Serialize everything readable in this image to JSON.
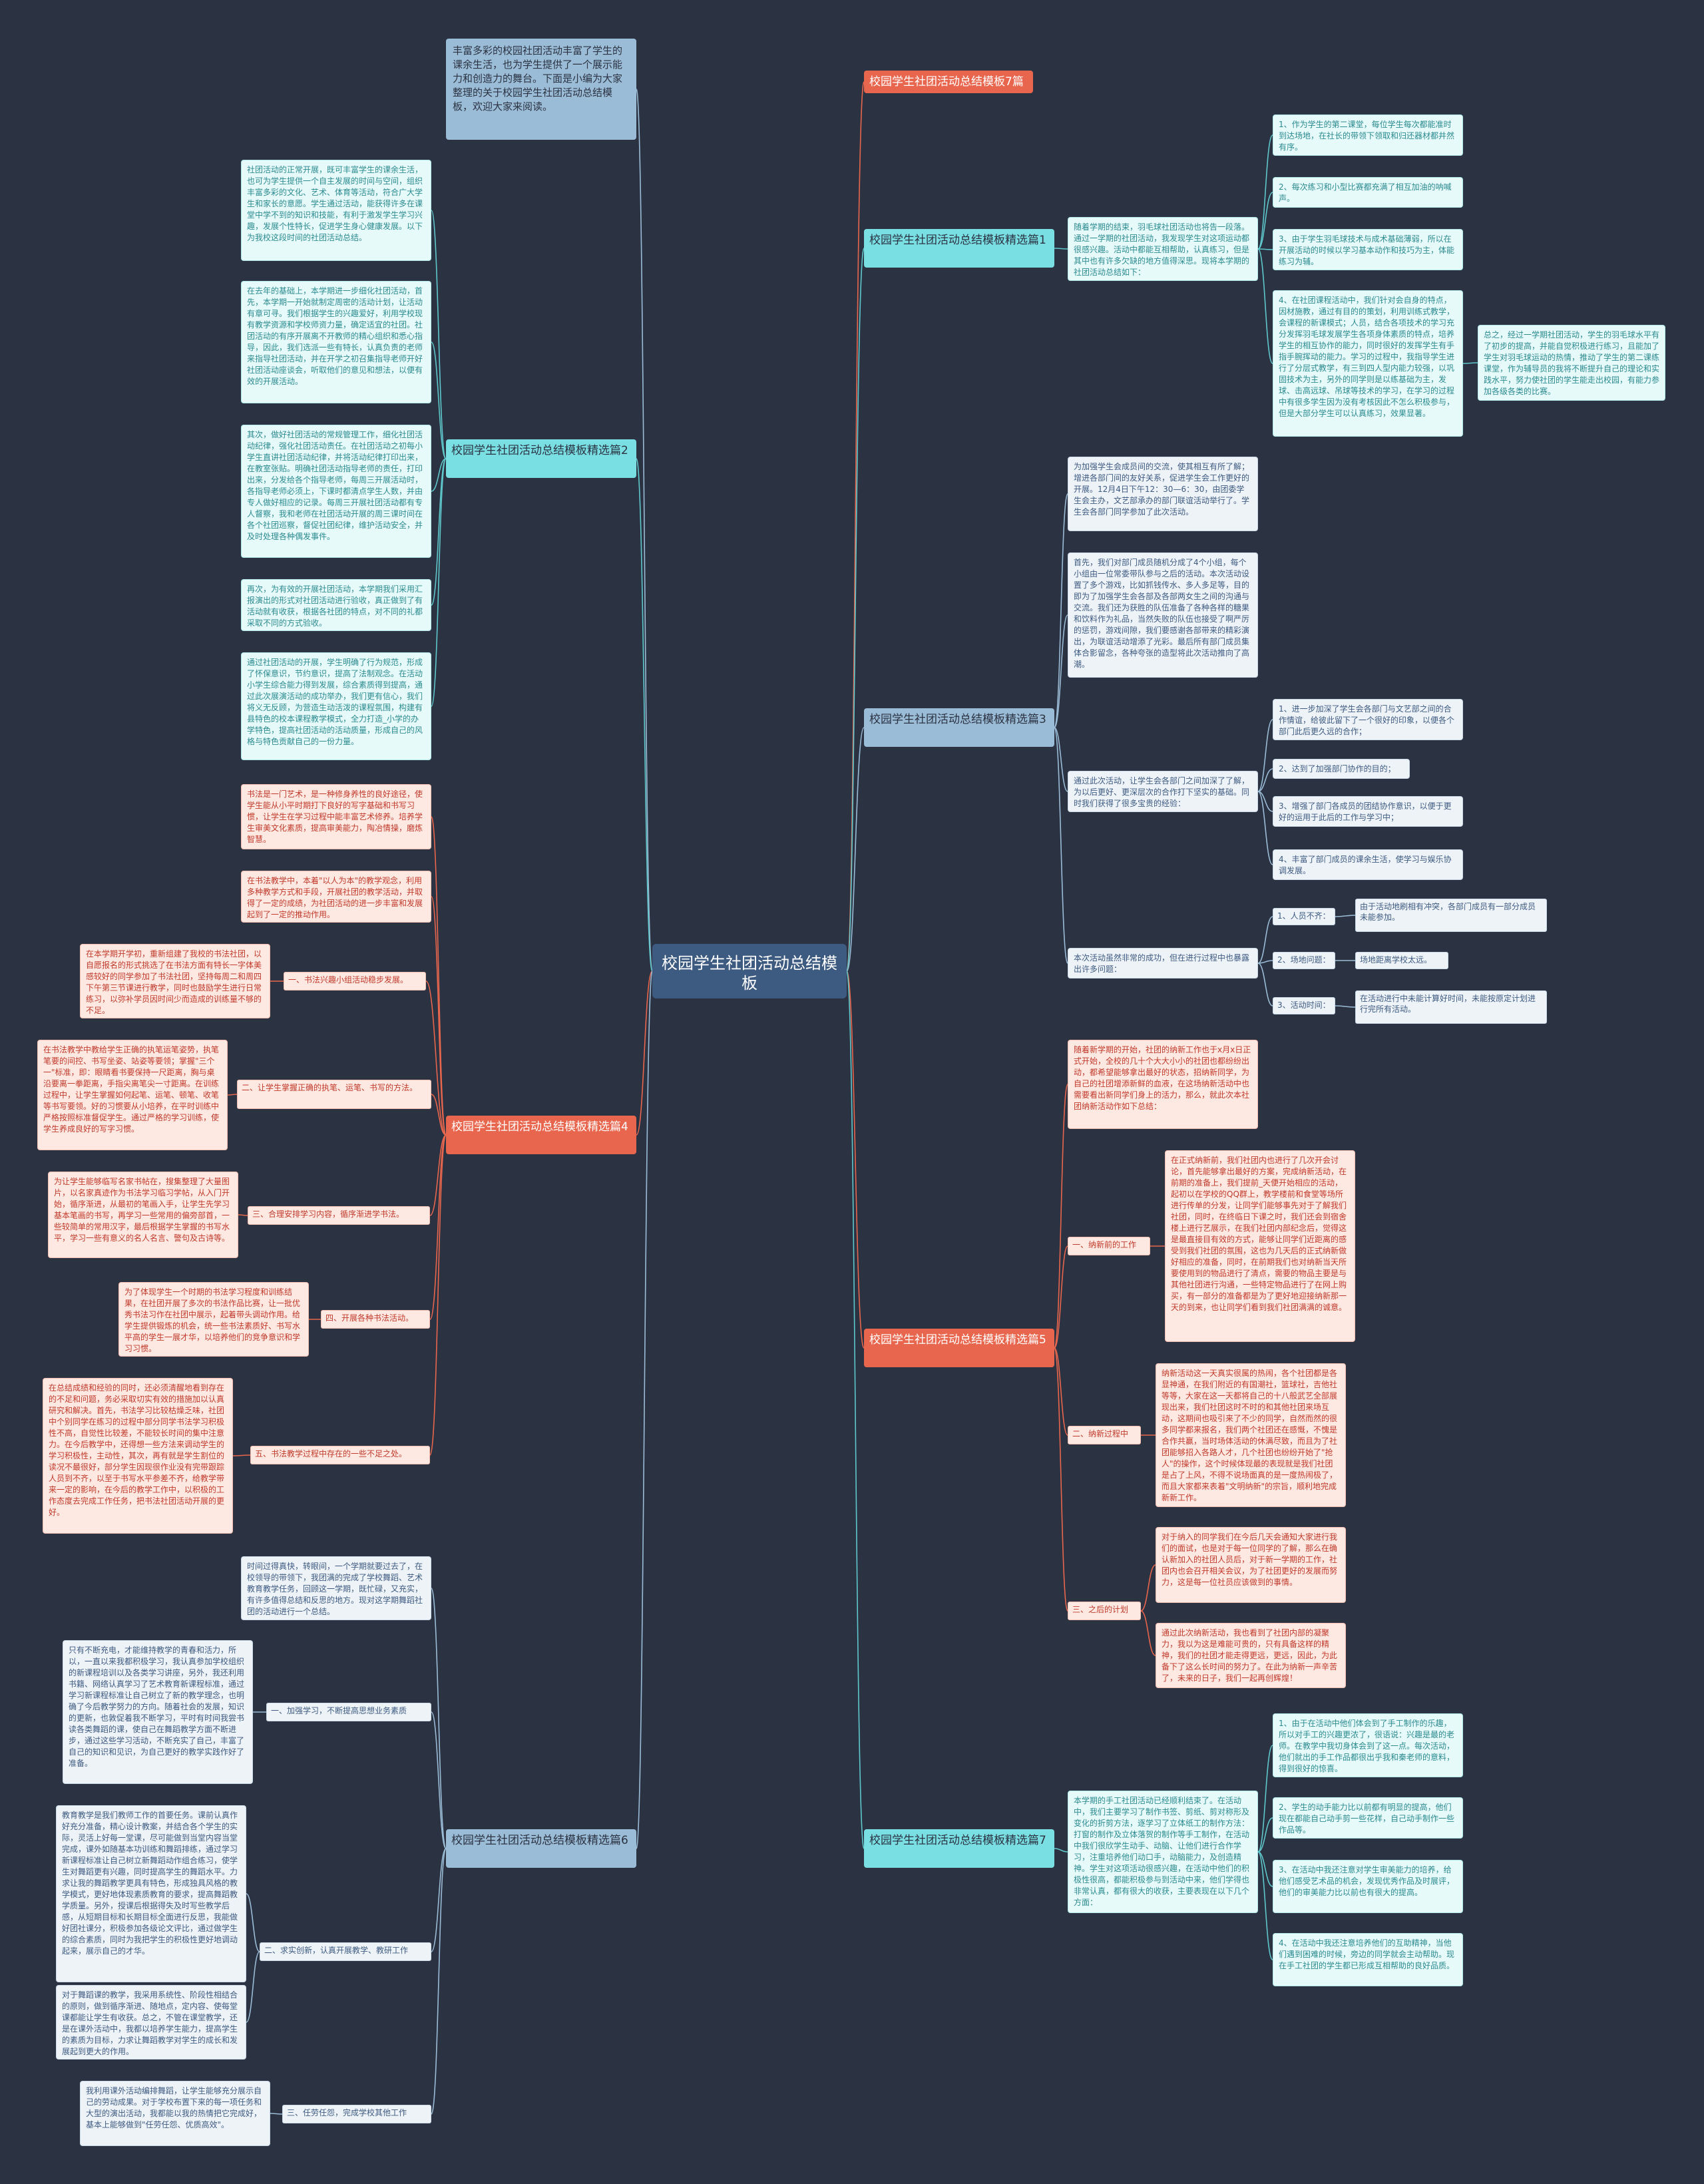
{
  "root": "校园学生社团活动总结模板",
  "intro": "丰富多彩的校园社团活动丰富了学生的课余生活，也为学生提供了一个展示能力和创造力的舞台。下面是小编为大家整理的关于校园学生社团活动总结模板，欢迎大家来阅读。",
  "colors": {
    "background": "#2b3242",
    "root": "#3d5a80",
    "red": "#e8664d",
    "teal": "#79dfe3",
    "blue": "#9bbcd6",
    "line_red": "#e8664d",
    "line_teal": "#5fc8cc",
    "line_blue": "#9bbcd6"
  },
  "branch0": {
    "label": "校园学生社团活动总结模板7篇"
  },
  "branch1": {
    "label": "校园学生社团活动总结模板精选篇1",
    "text": "随着学期的结束，羽毛球社团活动也将告一段落。通过一学期的社团活动，我发现学生对这项运动都很感兴趣。活动中都能互相帮助，认真练习，但是其中也有许多欠缺的地方值得深思。现将本学期的社团活动总结如下：",
    "items": [
      "1、作为学生的第二课堂，每位学生每次都能准时到达场地，在社长的带领下领取和归还器材都井然有序。",
      "2、每次练习和小型比赛都充满了相互加油的呐喊声。",
      "3、由于学生羽毛球技术与成术基础薄弱，所以在开展活动的时候以学习基本动作和技巧为主，体能练习为辅。",
      "4、在社团课程活动中，我们针对会自身的特点，因材施教，通过有目的的策划，利用训练式教学，会课程的新课模式；人员，结合各项技术的学习充分发挥羽毛球发展学生各项身体素质的特点，培养学生的相互协作的能力，同时很好的发挥学生有手指手腕挥动的能力。学习的过程中，我指导学生进行了分层式教学，有三到四人型内能力较强，以巩固技术为主，另外的同学则是以练基础为主，发球、击高远球、吊球等技术的学习，在学习的过程中有很多学生因为没有考核因此不怎么积极参与，但是大部分学生可以认真练习，效果显著。"
    ],
    "summary": "总之，经过一学期社团活动，学生的羽毛球水平有了初步的提高，并能自觉积极进行练习，且能加了学生对羽毛球运动的热情，推动了学生的第二课练课堂，作为辅导员的我将不断提升自己的理论和实践水平，努力使社团的学生能走出校园，有能力参加各级各类的比赛。"
  },
  "branch2": {
    "label": "校园学生社团活动总结模板精选篇2",
    "items": [
      "社团活动的正常开展，既可丰富学生的课余生活，也可为学生提供一个自主发展的时间与空间，组织丰富多彩的文化、艺术、体育等活动，符合广大学生和家长的意愿。学生通过活动，能获得许多在课堂中学不到的知识和技能，有利于激发学生学习兴趣，发展个性特长，促进学生身心健康发展。以下为我校这段时间的社团活动总结。",
      "在去年的基础上，本学期进一步细化社团活动，首先，本学期一开始就制定周密的活动计划，让活动有章可寻。我们根据学生的兴趣爱好，利用学校现有教学资源和学校师资力量，确定适宜的社团。社团活动的有序开展离不开教师的精心组织和悉心指导，因此，我们选派一些有特长，认真负责的老师来指导社团活动，并在开学之初召集指导老师开好社团活动座谈会，听取他们的意见和想法，以便有效的开展活动。",
      "其次，做好社团活动的常规管理工作，细化社团活动纪律，强化社团活动责任。在社团活动之初每小学生直讲社团活动纪律，并将活动纪律打印出来，在教室张贴。明确社团活动指导老师的责任，打印出来，分发给各个指导老师，每周三开展活动时，各指导老师必须上，下课时都清点学生人数，并由专人做好相应的记录。每周三开展社团活动都有专人督察，我和老师在社团活动开展的周三课时间在各个社团巡察，督促社团纪律，维护活动安全，并及时处理各种偶发事件。",
      "再次，为有效的开展社团活动，本学期我们采用汇报演出的形式对社团活动进行验收，真正做到了有活动就有收获，根据各社团的特点，对不同的礼都采取不同的方式验收。",
      "通过社团活动的开展，学生明确了行为规范，形成了怀保意识，节约意识，提高了法制观念。在活动小学生综合能力得到发展，综合素质得到提高，通过此次展演活动的成功举办，我们更有信心，我们将义无反顾，为营造生动活泼的课程氛围，构建有县特色的校本课程教学模式，全力打造_小学的办学特色，提高社团活动的活动质量，形成自己的风格与特色贡献自己的一份力量。"
    ]
  },
  "branch3": {
    "label": "校园学生社团活动总结模板精选篇3",
    "t1": "为加强学生会成员间的交流，使其相互有所了解；增进各部门间的友好关系，促进学生会工作更好的开展。12月4日下午12：30—6：30，由团委学生会主办，文艺部承办的部门联谊活动举行了。学生会各部门同学参加了此次活动。",
    "t2": "首先，我们对部门成员随机分成了4个小组，每个小组由一位常委带队参与之后的活动。本次活动设置了多个游戏，比如抓钱传水、多人多足等，目的即为了加强学生会各部及各部两女生之间的沟通与交流。我们还为获胜的队伍准备了各种各样的糖果和饮料作为礼品，当然失败的队伍也接受了啊严厉的惩罚，游戏间隙，我们要感谢各部带来的精彩演出，为联谊活动增添了光彩。最后所有部门成员集体合影留念，各种夸张的造型将此次活动推向了高潮。",
    "t3": "通过此次活动，让学生会各部门之间加深了了解，为以后更好、更深层次的合作打下坚实的基础。同时我们获得了很多宝贵的经验：",
    "gains": [
      "1、进一步加深了学生会各部门与文艺部之间的合作情谊，给彼此留下了一个很好的印象，以便各个部门此后更久远的合作；",
      "2、达到了加强部门协作的目的；",
      "3、增强了部门各成员的团结协作意识，以便于更好的运用于此后的工作与学习中；",
      "4、丰富了部门成员的课余生活，使学习与娱乐协调发展。"
    ],
    "t4": "本次活动虽然非常的成功，但在进行过程中也暴露出许多问题：",
    "issues": [
      {
        "k": "1、人员不齐：",
        "v": "由于活动地刷相有冲突，各部门成员有一部分成员未能参加。"
      },
      {
        "k": "2、场地问题：",
        "v": "场地距离学校太远。"
      },
      {
        "k": "3、活动时间：",
        "v": "在活动进行中未能计算好时间，未能按原定计划进行完所有活动。"
      }
    ]
  },
  "branch4": {
    "label": "校园学生社团活动总结模板精选篇4",
    "p1": "书法是一门艺术，是一种修身养性的良好途径，使学生能从小平时期打下良好的写字基础和书写习惯，让学生在学习过程中能丰富艺术修养。培养学生审美文化素质，提高审美能力，陶冶情操，磨炼智慧。",
    "p2": "在书法教学中，本着\"以人为本\"的教学观念，利用多种教学方式和手段，开展社团的教学活动，并取得了一定的成绩，为社团活动的进一步丰富和发展起到了一定的推动作用。",
    "items": [
      {
        "k": "一、书法兴趣小组活动稳步发展。",
        "v": "在本学期开学初，重新组建了我校的书法社团，以自愿报名的形式挑选了在书法方面有特长一字体美感较好的同学参加了书法社团，坚持每周二和周四下午第三节课进行教学，同时也鼓励学生进行日常练习，以弥补学员因时间少而造成的训练量不够的不足。"
      },
      {
        "k": "二、让学生掌握正确的执笔、运笔、书写的方法。",
        "v": "在书法教学中教给学生正确的执笔运笔姿势，执笔笔要的间控、书写坐姿、站姿等要领；掌握\"三个一\"标准，即：眼睛看书要保持一尺距离，胸与桌沿要离一拳距离，手指尖离笔尖一寸距离。在训练过程中，让学生掌握如何起笔、运笔、顿笔、收笔等书写要领。好的习惯要从小培养，在平时训练中严格按照标准督促学生。通过严格的学习训练，使学生养成良好的写字习惯。"
      },
      {
        "k": "三、合理安排学习内容，循序渐进学书法。",
        "v": "为让学生能够临写名家书帖在，搜集整理了大量图片，以名家真迹作为书法学习临习学帖，从入门开始，循序渐进，从最初的笔画入手，让学生先学习基本笔画的书写，再学习一些常用的偏旁部首，一些较简单的常用汉字，最后根据学生掌握的书写水平，学习一些有意义的名人名言、警句及古诗等。"
      },
      {
        "k": "四、开展各种书法活动。",
        "v": "为了体现学生一个时期的书法学习程度和训练结果，在社团开展了多次的书法作品比赛，让一批优秀书法习作在社团中展示，起着带头调动作用。给学生提供锻炼的机会，统一些书法素质好、书写水平高的学生一展才华，以培养他们的竞争意识和学习习惯。"
      },
      {
        "k": "五、书法教学过程中存在的一些不足之处。",
        "v": "在总结成绩和经验的同时，还必须清醒地看到存在的不足和问题，务必采取切实有效的措施加以认真研究和解决。首先，书法学习比较枯燥乏味，社团中个别同学在练习的过程中部分同学书法学习积极性不高，自觉性比较差，不能较长时间的集中注意力。在今后教学中，还得想一些方法来调动学生的学习积极性，主动性，其次，再有就是学生割位的读况不最很好，部分学生因现很作业没有完带跟踪人员到不齐，以至于书写水平参差不齐，给教学带来一定的影响，在今后的教学工作中，以积极的工作态度去完成工作任务，把书法社团活动开展的更好。"
      }
    ]
  },
  "branch5": {
    "label": "校园学生社团活动总结模板精选篇5",
    "intro": "随着新学期的开始，社团的纳新工作也于x月x日正式开始，全校的几十个大大小小的社团也都纷纷出动，都希望能够拿出最好的状态，招纳新同学，为自己的社团增添新鲜的血液，在这场纳新活动中也需要看出新同学们身上的活力，那么，就此次本社团纳新活动作如下总结：",
    "items": [
      {
        "k": "一、纳新前的工作",
        "v": [
          "在正式纳新前，我们社团内也进行了几次开会讨论，首先能够拿出最好的方案，完成纳新活动，在前期的准备上，我们提前_天便开始相应的活动，起初以在学校的QQ群上，教学楼前和食堂等场所进行传单的分发，让同学们能够事先对于了解我们社团，同时，在终临日下课之时，我们还会到宿舍楼上进行艺展示，在我们社团内部纪念后，觉得这是最直接目有效的方式，能够让同学们近距离的感受到我们社团的氛围，这也为几天后的正式纳新做好相应的准备，同时，在前期我们也对纳新当天所要使用到的物品进行了清点，需要的物品主要是与其他社团进行沟通，一些特定物品进行了在网上购买，有一部分的准备都是为了更好地迎接纳新那一天的到来，也让同学们看到我们社团满满的诚意。"
        ]
      },
      {
        "k": "二、纳新过程中",
        "v": [
          "纳新活动这一天真实很属的热闹，各个社团都是各显神通，在我们附近的有国潮社，篮球社，吉他社等等，大家在这一天都将自己的十八般武艺全部展现出来，我们社团这时不时的和其他社团来场互动，这期间也吸引来了不少的同学，自然而然的很多同学都来报名，我们两个社团还在感慨，不愧是合作共赢，当时场体活动的休满尽致，而且为了社团能够招入各路人才，几个社团也纷纷开始了\"抢人\"的操作，这个时候体现最的表现就是我们社团是占了上风，不得不说场面真的是一度热闹极了，而且大家都来表着\"文明纳新\"的宗旨，顺利地完成新新工作。"
        ]
      },
      {
        "k": "三、之后的计划",
        "v": [
          "对于纳入的同学我们在今后几天会通知大家进行我们的面试，也是对于每一位同学的了解，那么在确认新加入的社团人员后，对于新一学期的工作，社团内也会召开相关会议，为了社团更好的发展而努力，这是每一位社员应该做到的事情。",
          "通过此次纳新活动，我也看到了社团内部的凝聚力，我以为这是难能可贵的，只有具备这样的精神，我们的社团才能走得更远，更远，因此，为此备下了这么长时间的努力了。在此为纳新一声辛苦了，未来的日子，我们一起再创辉煌！"
        ]
      }
    ]
  },
  "branch6": {
    "label": "校园学生社团活动总结模板精选篇6",
    "intro": "时间过得真快，转眼间，一个学期就要过去了，在校领导的带领下，我团满的完成了学校舞蹈、艺术教育教学任务，回顾这一学期，既忙碌，又充实，有许多值得总结和反思的地方。现对这学期舞蹈社团的活动进行一个总结。",
    "items": [
      {
        "k": "一、加强学习，不断提高思想业务素质",
        "v": [
          "只有不断充电，才能维持教学的青春和活力，所以，一直以来我都积极学习，我认真参加学校组织的新课程培训以及各类学习讲座，另外，我还利用书籍、网络认真学习了艺术教育新课程标准，通过学习新课程标准让自己树立了新的教学理念，也明确了今后教学努力的方向。随着社会的发展，知识的更新，也敦促着我不断学习，平时有时间我尝书读各类舞蹈的课，使自己在舞蹈教学方面不断进步，通过这些学习活动，不断充实了自己，丰富了自己的知识和见识，为自己更好的教学实践作好了准备。"
        ]
      },
      {
        "k": "二、求实创新，认真开展教学、教研工作",
        "v": [
          "教育教学是我们教师工作的首要任务。课前认真作好充分准备，精心设计教案，并结合各个学生的实际，灵活上好每一堂课，尽可能做到当堂内容当堂完成，课外如随基本功训练和舞蹈排练，通过学习新课程标准让自己树立新舞蹈动作组合练习，使学生对舞蹈更有兴趣，同时提高学生的舞蹈水平。力求让我的舞蹈教学更具有特色，形成独具风格的教学模式，更好地体现素质教育的要求，提高舞蹈教学质量。另外，授课后根据得失及时写些教学后感，从短期目标和长期目标全面进行反思，我能做好团社课分，积极参加各级论文评比，通过做学生的综合素质，同时为我把学生的积极性更好地调动起来，展示自己的才华。",
          "对于舞蹈课的教学，我采用系统性、阶段性相结合的原则，做到循序渐进、随地点，定内容、使每堂课都能让学生有收获。总之，不管在课堂教学，还是在课外活动中，我都以培养学生能力，提高学生的素质为目标，力求让舞蹈教学对学生的成长和发展起到更大的作用。"
        ]
      },
      {
        "k": "三、任劳任怨，完成学校其他工作",
        "v": [
          "我利用课外活动编排舞蹈，让学生能够充分展示自己的劳动成果。对于学校布置下来的每一项任务和大型的演出活动，我都能以我的热情把它完成好，基本上能够做到\"任劳任怨、优质高效\"。"
        ]
      }
    ]
  },
  "branch7": {
    "label": "校园学生社团活动总结模板精选篇7",
    "text": "本学期的手工社团活动已经顺利结束了。在活动中，我们主要学习了制作书签、剪纸、剪对称形及变化的折剪方法，逐学习了立体纸工的制作方法：打窗的制作及立体落贺的制作等手工制作，在活动中我们很欣学生动手、动脑、让他们进行合作学习，注重培养他们动口手，动脑能力，及创造精神。学生对这项活动很感兴趣，在活动中他们的积极性很高，都能积极参与到活动中来，他们学得也非常认真，都有很大的收获，主要表现在以下几个方面：",
    "items": [
      "1、由于在活动中他们体会到了手工制作的乐趣，所以对手工的兴趣更浓了，很语说：兴趣是最的老师。在教学中我切身体会到了这一点。每次活动，他们就出的手工作品都很出乎我和秦老师的意料，得到很好的惊喜。",
      "2、学生的动手能力比以前都有明显的提高，他们现在都能自己动手剪一些花样，自己动手制作一些作品等。",
      "3、在活动中我还注意对学生审美能力的培养，给他们感受艺术品的机会，发现优秀作品及时展评，他们的审美能力比以前也有很大的提高。",
      "4、在活动中我还注意培养他们的互助精神，当他们遇到困难的时候，旁边的同学就会主动帮助。现在手工社团的学生都已形成互相帮助的良好品质。"
    ]
  }
}
